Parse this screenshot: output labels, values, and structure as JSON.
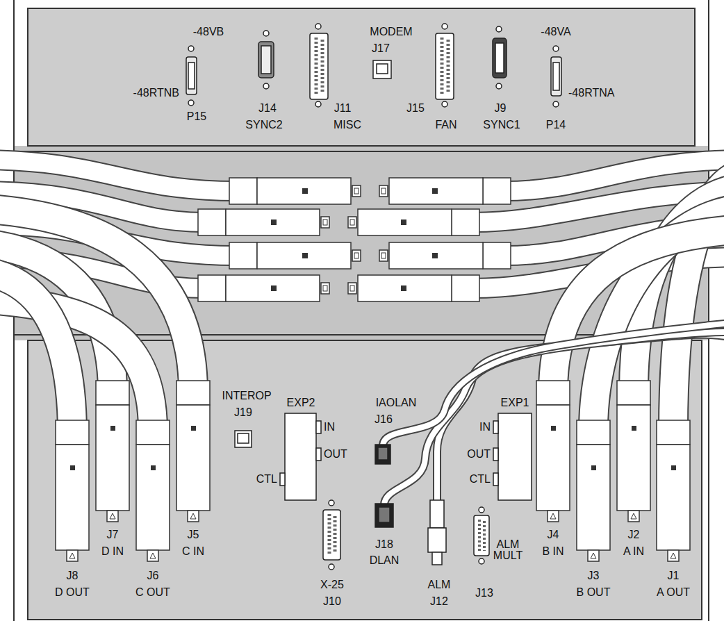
{
  "diagram": {
    "labels": [
      "-48VB",
      "-48RTNB",
      "P15",
      "J14",
      "SYNC2",
      "J11",
      "MISC",
      "MODEM",
      "J17",
      "J15",
      "FAN",
      "J9",
      "SYNC1",
      "-48VA",
      "-48RTNA",
      "P14",
      "INTEROP",
      "J19",
      "EXP2",
      "IN",
      "OUT",
      "CTL",
      "IAOLAN",
      "J16",
      "EXP1",
      "IN",
      "OUT",
      "CTL",
      "J18",
      "DLAN",
      "X-25",
      "J10",
      "ALM",
      "J12",
      "ALM MULT",
      "J13",
      "J8",
      "D OUT",
      "J7",
      "D IN",
      "J6",
      "C OUT",
      "J5",
      "C IN",
      "J4",
      "B IN",
      "J3",
      "B OUT",
      "J2",
      "A IN",
      "J1",
      "A OUT"
    ]
  }
}
